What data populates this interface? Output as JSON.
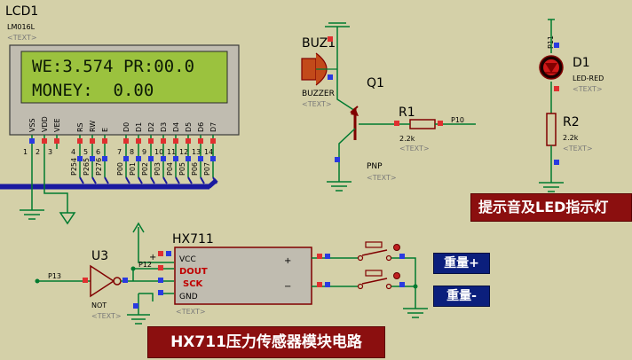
{
  "lcd": {
    "ref": "LCD1",
    "model": "LM016L",
    "text_tag": "<TEXT>",
    "line1": "WE:3.574 PR:00.0",
    "line2": "MONEY:  0.00",
    "pin_names": [
      "VSS",
      "VDD",
      "VEE",
      "RS",
      "RW",
      "E",
      "D0",
      "D1",
      "D2",
      "D3",
      "D4",
      "D5",
      "D6",
      "D7"
    ],
    "pin_numbers": [
      "1",
      "2",
      "3",
      "4",
      "5",
      "6",
      "7",
      "8",
      "9",
      "10",
      "11",
      "12",
      "13",
      "14"
    ],
    "net_labels": [
      "P254",
      "P265",
      "P276",
      "P00",
      "P01",
      "P02",
      "P03",
      "P04",
      "P05",
      "P06",
      "P07"
    ]
  },
  "buzzer": {
    "ref": "BUZ1",
    "model": "BUZZER",
    "text_tag": "<TEXT>"
  },
  "transistor": {
    "ref": "Q1",
    "model": "PNP",
    "text_tag": "<TEXT>"
  },
  "r1": {
    "ref": "R1",
    "value": "2.2k",
    "text_tag": "<TEXT>",
    "net": "P10"
  },
  "led": {
    "ref": "D1",
    "model": "LED-RED",
    "text_tag": "<TEXT>",
    "net": "P11"
  },
  "r2": {
    "ref": "R2",
    "value": "2.2k",
    "text_tag": "<TEXT>"
  },
  "inverter": {
    "ref": "U3",
    "model": "NOT",
    "text_tag": "<TEXT>",
    "net_in": "P13",
    "net_out": "P12"
  },
  "hx711": {
    "ref": "HX711",
    "text_tag": "<TEXT>",
    "pins": {
      "vcc": "VCC",
      "dout": "DOUT",
      "sck": "SCK",
      "gnd": "GND",
      "plus": "+",
      "minus": "−"
    }
  },
  "labels": {
    "buzzer_led_banner": "提示音及LED指示灯",
    "weight_plus": "重量+",
    "weight_minus": "重量-",
    "sensor_banner": "HX711压力传感器模块电路"
  },
  "colors": {
    "background": "#d4d0a8",
    "wire": "#007a2f",
    "component": "#800000",
    "lcd_screen": "#9bc23e",
    "lcd_text": "#0d1a06",
    "bus": "#1a1aa0",
    "pin_red": "#e03030",
    "pin_blue": "#2a3ae0",
    "banner_red": "#8b0f0f",
    "button_blue": "#0b1f7c"
  }
}
